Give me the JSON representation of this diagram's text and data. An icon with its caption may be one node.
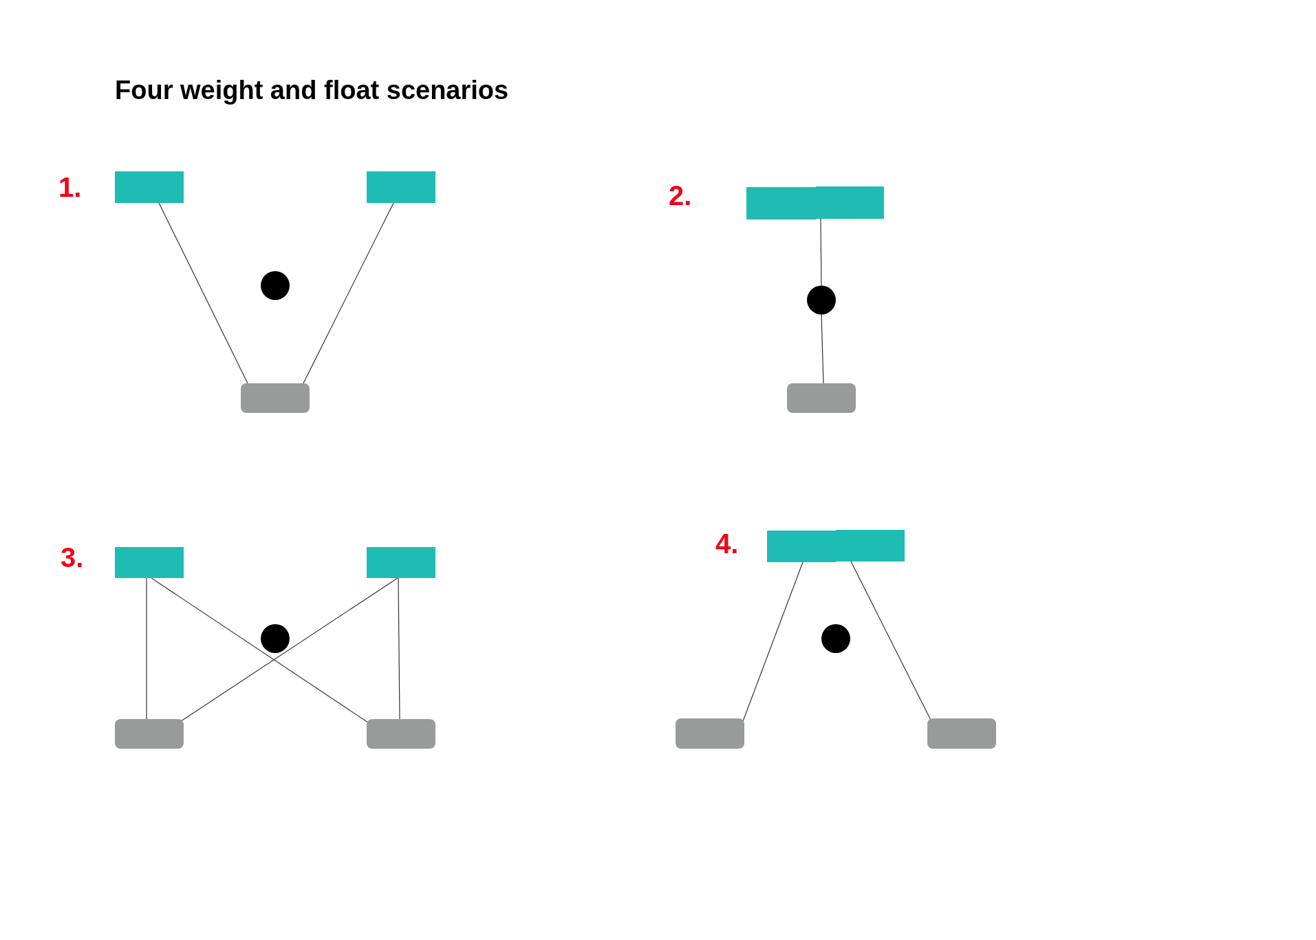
{
  "diagram": {
    "title": "Four weight and float scenarios",
    "nodes": [
      {
        "text": [],
        "shape": "box"
      },
      {
        "text": [],
        "shape": "box"
      },
      {
        "text": [],
        "shape": "circle"
      },
      {
        "text": [],
        "shape": "box"
      },
      {
        "text": [],
        "shape": "box"
      },
      {
        "text": [],
        "shape": "box"
      },
      {
        "text": [],
        "shape": "circle"
      },
      {
        "text": [],
        "shape": "box"
      },
      {
        "text": [],
        "shape": "box"
      },
      {
        "text": [],
        "shape": "box"
      },
      {
        "text": [],
        "shape": "circle"
      },
      {
        "text": [],
        "shape": "box"
      },
      {
        "text": [],
        "shape": "box"
      },
      {
        "text": [],
        "shape": "box"
      },
      {
        "text": [],
        "shape": "box"
      },
      {
        "text": [],
        "shape": "circle"
      },
      {
        "text": [],
        "shape": "box"
      },
      {
        "text": [],
        "shape": "box"
      }
    ],
    "edges": [
      {
        "from": 0,
        "to": 3,
        "arrow": "none"
      },
      {
        "from": 1,
        "to": 3,
        "arrow": "none"
      },
      {
        "from": 5,
        "to": 6,
        "arrow": "none"
      },
      {
        "from": 6,
        "to": 7,
        "arrow": "none"
      },
      {
        "from": 8,
        "to": 11,
        "arrow": "none"
      },
      {
        "from": 8,
        "to": 12,
        "arrow": "none"
      },
      {
        "from": 9,
        "to": 11,
        "arrow": "none"
      },
      {
        "from": 9,
        "to": 12,
        "arrow": "none"
      },
      {
        "from": 13,
        "to": 16,
        "arrow": "none"
      },
      {
        "from": 14,
        "to": 17,
        "arrow": "none"
      }
    ],
    "labels": [
      "1.",
      "2.",
      "3.",
      "4."
    ]
  }
}
